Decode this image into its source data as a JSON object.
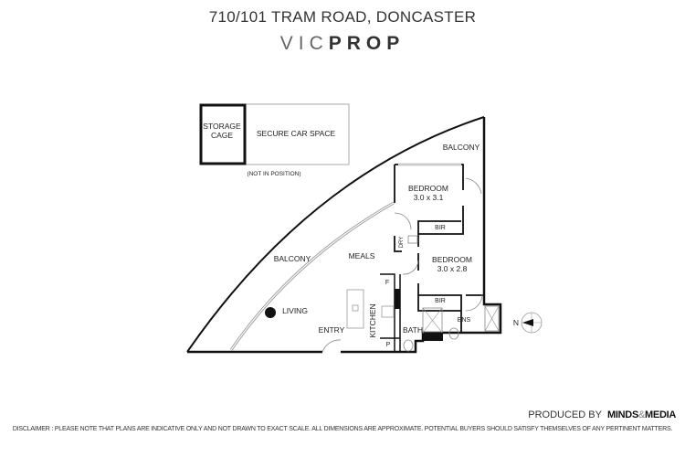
{
  "header": {
    "address": "710/101 TRAM ROAD, DONCASTER",
    "brand_light": "VIC",
    "brand_bold": "PROP"
  },
  "plan": {
    "storage_cage": "STORAGE",
    "storage_cage_2": "CAGE",
    "car_space": "SECURE CAR SPACE",
    "not_in_position": "(NOT IN POSITION)",
    "balcony_top": "BALCONY",
    "bedroom1": "BEDROOM",
    "bedroom1_dims": "3.0 x 3.1",
    "bir1": "BIR",
    "dry": "DRY",
    "balcony_main": "BALCONY",
    "meals": "MEALS",
    "bedroom2": "BEDROOM",
    "bedroom2_dims": "3.0 x 2.8",
    "fridge": "F",
    "bir2": "BIR",
    "living": "LIVING",
    "kitchen": "KITCHEN",
    "entry": "ENTRY",
    "bath": "BATH",
    "ens": "ENS",
    "pantry": "P",
    "north": "N"
  },
  "footer": {
    "produced_by": "PRODUCED BY",
    "producer_a": "MINDS",
    "producer_amp": "&",
    "producer_b": "MEDIA",
    "disclaimer": "DISCLAIMER : PLEASE NOTE THAT PLANS ARE INDICATIVE ONLY AND NOT DRAWN TO EXACT SCALE. ALL DIMENSIONS ARE APPROXIMATE. POTENTIAL BUYERS SHOULD SATISFY THEMSELVES OF ANY PERTINENT MATTERS."
  }
}
